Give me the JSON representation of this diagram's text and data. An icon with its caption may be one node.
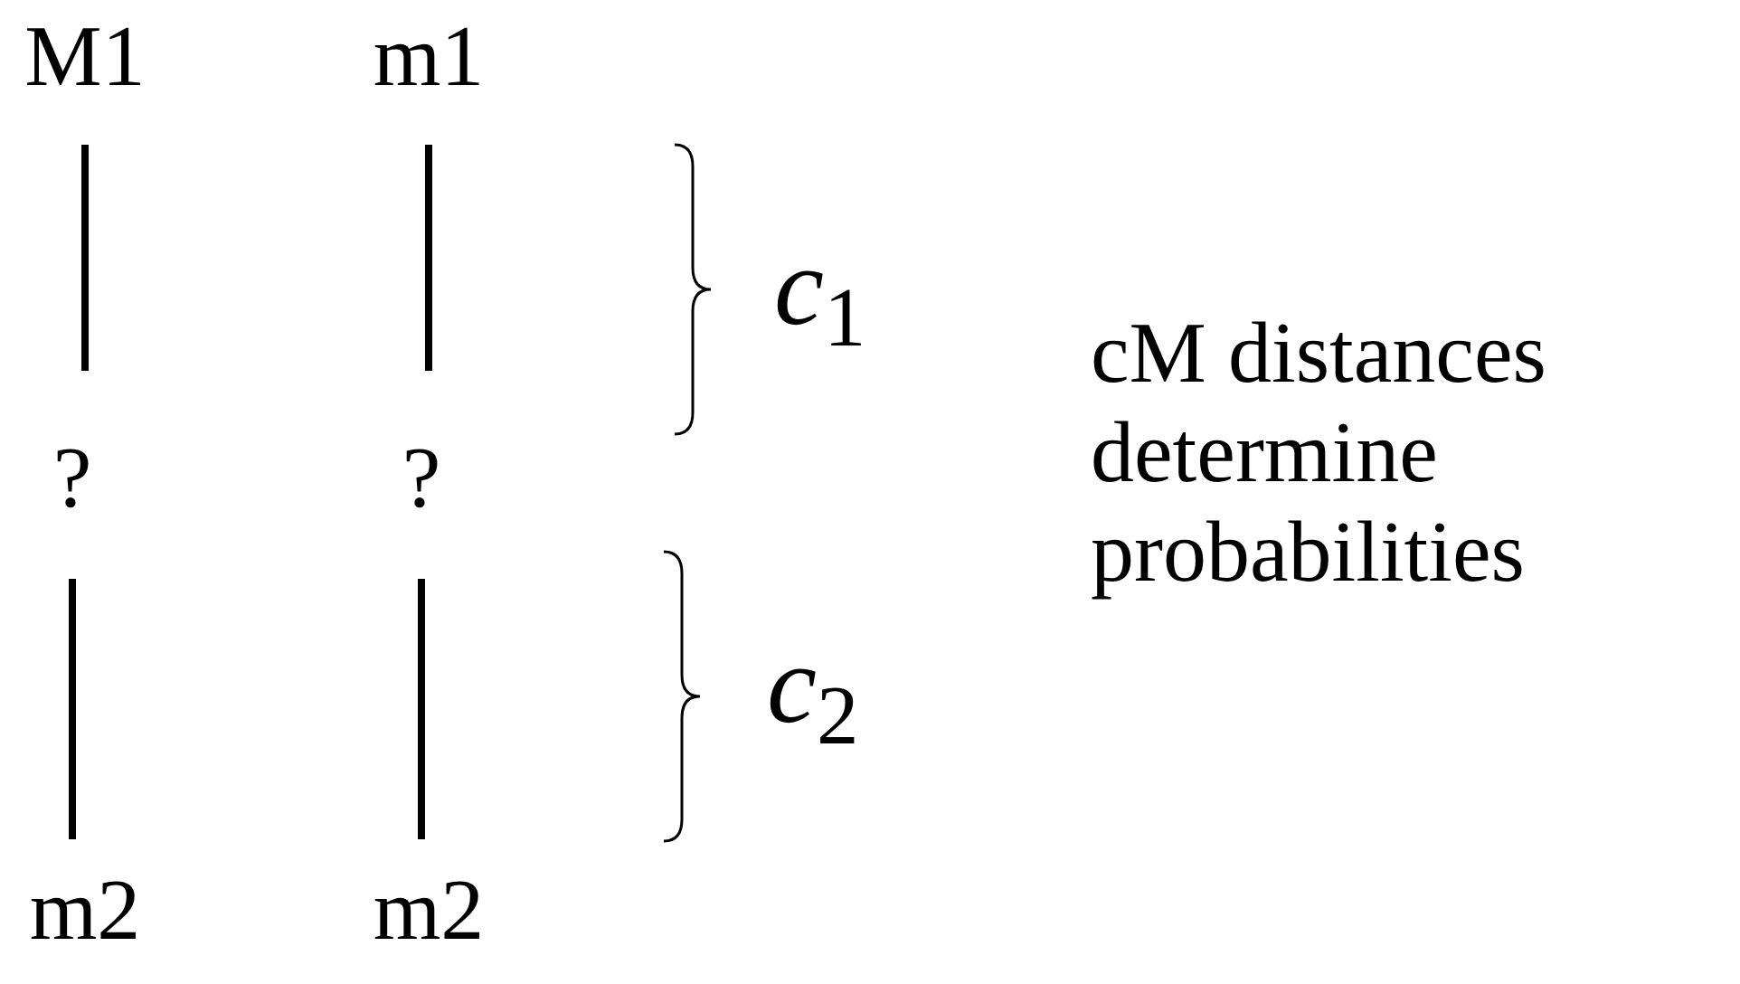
{
  "diagram": {
    "nodes": [
      {
        "text": [
          "M1"
        ]
      },
      {
        "text": [
          "?"
        ]
      },
      {
        "text": [
          "m2"
        ]
      },
      {
        "text": [
          "m1"
        ]
      },
      {
        "text": [
          "?"
        ]
      },
      {
        "text": [
          "m2"
        ]
      }
    ],
    "edges": [
      {
        "from": 0,
        "to": 1,
        "arrow": "none"
      },
      {
        "from": 1,
        "to": 2,
        "arrow": "none"
      },
      {
        "from": 3,
        "to": 4,
        "arrow": "none"
      },
      {
        "from": 4,
        "to": 5,
        "arrow": "none"
      }
    ],
    "labels": [
      "*c*$_{1}$",
      "*c*$_{2}$",
      "cM distances determine probabilities"
    ]
  }
}
